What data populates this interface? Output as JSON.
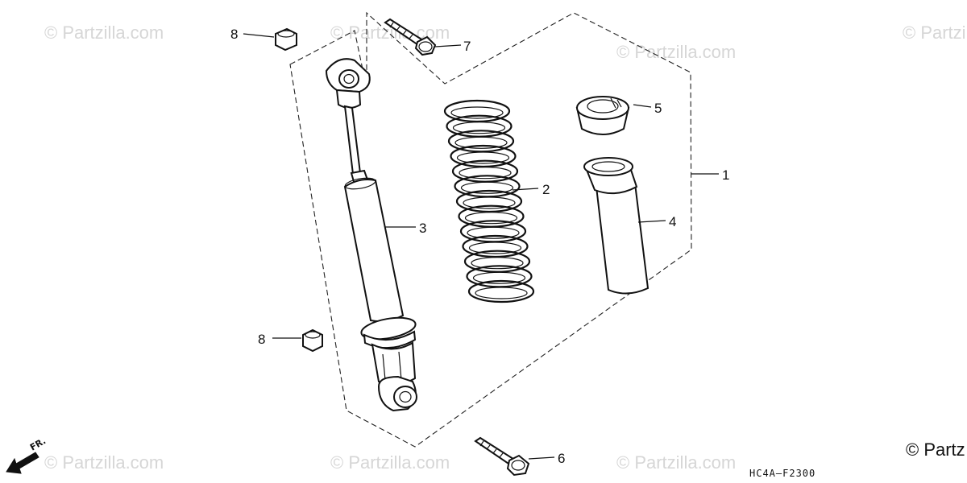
{
  "watermark_text": "© Partzilla.com",
  "corner_copyright": "© Partz",
  "front_indicator": "FR.",
  "diagram_code": "HC4A–F2300",
  "callouts": {
    "c1": "1",
    "c2": "2",
    "c3": "3",
    "c4": "4",
    "c5": "5",
    "c6": "6",
    "c7": "7",
    "c8_top": "8",
    "c8_bottom": "8"
  }
}
